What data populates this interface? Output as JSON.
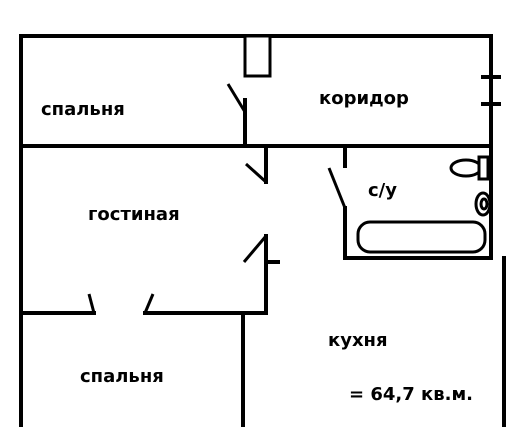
{
  "rooms": {
    "bedroom_top": "спальня",
    "corridor": "коридор",
    "living_room": "гостиная",
    "bathroom": "с/у",
    "bedroom_bottom": "спальня",
    "kitchen": "кухня"
  },
  "total_area": "= 64,7 кв.м.",
  "colors": {
    "wall": "#000000",
    "background": "#ffffff"
  }
}
